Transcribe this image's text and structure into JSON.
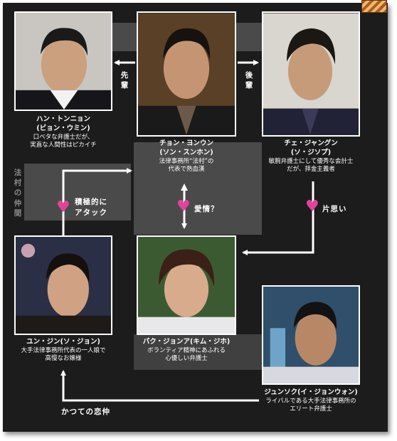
{
  "people": {
    "han": {
      "name": "ハン・トンニョン",
      "actor": "(ビョン・ウミン)",
      "desc1": "口ベタな弁護士だが、",
      "desc2": "実直な人間性はピカイチ"
    },
    "chon": {
      "name": "チョン・ヨンウン",
      "actor": "(ソン・スンホン)",
      "desc1": "法律事務所“法村”の",
      "desc2": "代表で熱血漢"
    },
    "che": {
      "name": "チェ・ジャングン",
      "actor": "(ソ・ジソプ)",
      "desc1": "敏腕弁護士にして優秀な会計士",
      "desc2": "だが、拝金主義者"
    },
    "yun": {
      "name": "ユン・ジン(ソ・ジョン)",
      "desc1": "大手法律事務所代表の一人娘で",
      "desc2": "高慢なお嬢様"
    },
    "park": {
      "name": "パク・ジョンア(キム・ジホ)",
      "desc1": "ボランティア精神にあふれる",
      "desc2": "心優しい弁護士"
    },
    "jun": {
      "name": "ジュンソク(イ・ジョンウォン)",
      "desc1": "ライバルである大手法律事務所の",
      "desc2": "エリート弁護士"
    }
  },
  "relations": {
    "senpai": "先輩",
    "kohai": "後輩",
    "sekkyoku1": "積極的に",
    "sekkyoku2": "アタック",
    "aijou": "愛情？",
    "kataomoi": "片思い",
    "katsute": "かつての恋仲",
    "group": "法村の仲間"
  },
  "colors": {
    "background": "#1c1c1c",
    "band": "#4a4a4a",
    "heart": "#e0439a",
    "text": "#ffffff"
  }
}
